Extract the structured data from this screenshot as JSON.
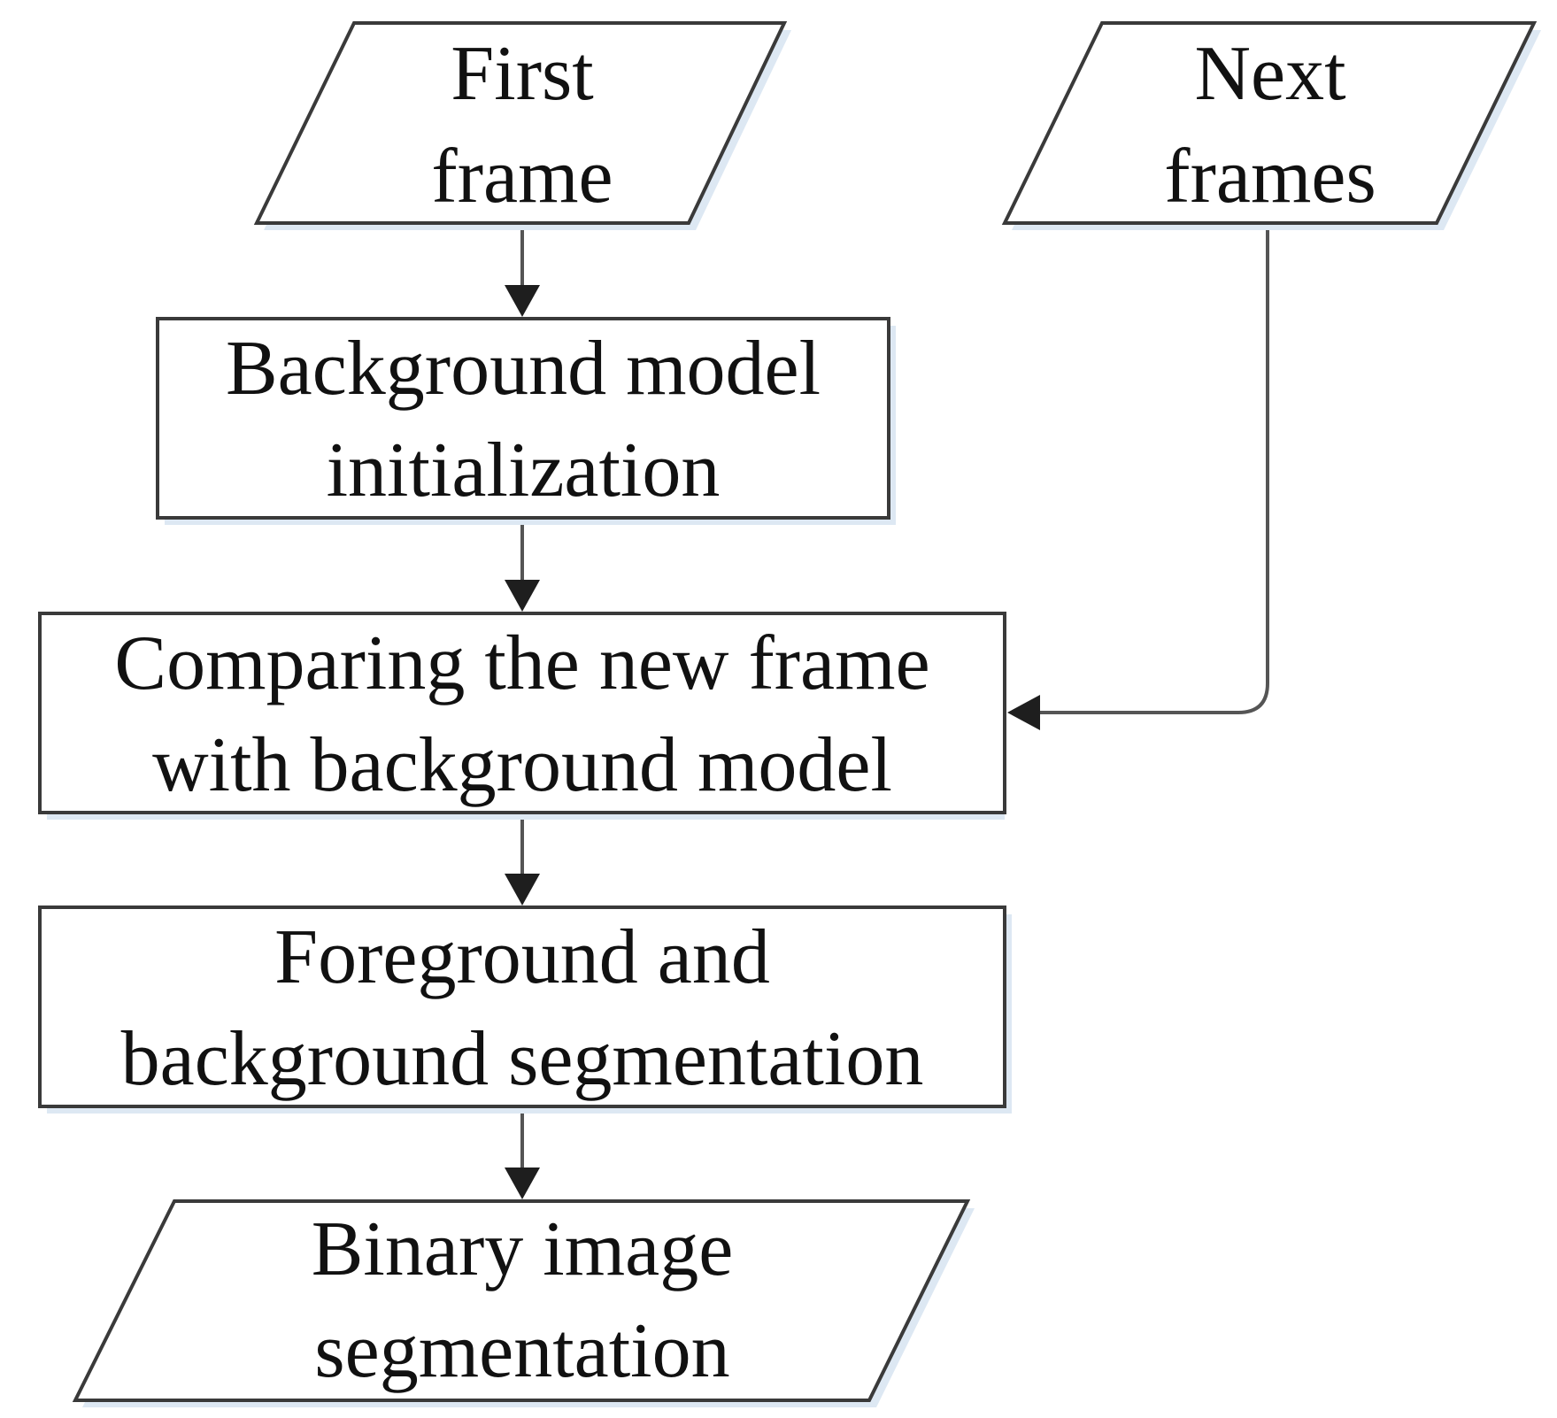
{
  "nodes": {
    "first_frame": {
      "line1": "First",
      "line2": "frame"
    },
    "next_frames": {
      "line1": "Next",
      "line2": "frames"
    },
    "bg_init": {
      "line1": "Background model",
      "line2": "initialization"
    },
    "compare": {
      "line1": "Comparing the new frame",
      "line2": "with background model"
    },
    "segmentation": {
      "line1": "Foreground and",
      "line2": "background segmentation"
    },
    "binary": {
      "line1": "Binary image",
      "line2": "segmentation"
    }
  },
  "edges": [
    {
      "from": "First frame",
      "to": "Background model initialization"
    },
    {
      "from": "Background model initialization",
      "to": "Comparing the new frame with background model"
    },
    {
      "from": "Next frames",
      "to": "Comparing the new frame with background model"
    },
    {
      "from": "Comparing the new frame with background model",
      "to": "Foreground and background segmentation"
    },
    {
      "from": "Foreground and background segmentation",
      "to": "Binary image segmentation"
    }
  ]
}
